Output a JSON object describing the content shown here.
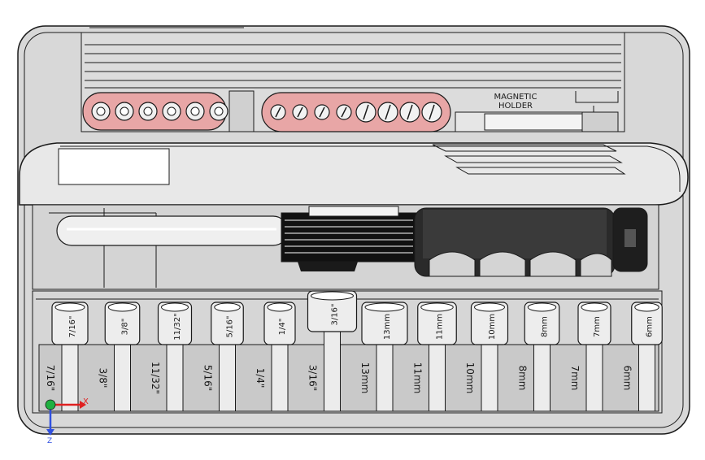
{
  "colors": {
    "background": "#ffffff",
    "case": "#d8d8d8",
    "outline": "#1a1a1a",
    "bit_highlight": "#e8a6a6",
    "axis_x": "#e02020",
    "axis_y": "#3050e0",
    "axis_origin": "#20b040"
  },
  "labels": {
    "magnetic_holder_line1": "MAGNETIC",
    "magnetic_holder_line2": "HOLDER"
  },
  "axis_triad": {
    "x_label": "X",
    "z_label": "Z"
  },
  "hex_bits": {
    "count": 6
  },
  "screwdriver_bits": {
    "count": 8
  },
  "sockets": [
    {
      "size": "7/16\"",
      "slot_label": "7/16\""
    },
    {
      "size": "3/8\"",
      "slot_label": "3/8\""
    },
    {
      "size": "11/32\"",
      "slot_label": "11/32\""
    },
    {
      "size": "5/16\"",
      "slot_label": "5/16\""
    },
    {
      "size": "1/4\"",
      "slot_label": "1/4\""
    },
    {
      "size": "3/16\"",
      "slot_label": "3/16\""
    },
    {
      "size": "13mm",
      "slot_label": "13mm"
    },
    {
      "size": "11mm",
      "slot_label": "11mm"
    },
    {
      "size": "10mm",
      "slot_label": "10mm"
    },
    {
      "size": "8mm",
      "slot_label": "8mm"
    },
    {
      "size": "7mm",
      "slot_label": "7mm"
    },
    {
      "size": "6mm",
      "slot_label": "6mm"
    }
  ]
}
